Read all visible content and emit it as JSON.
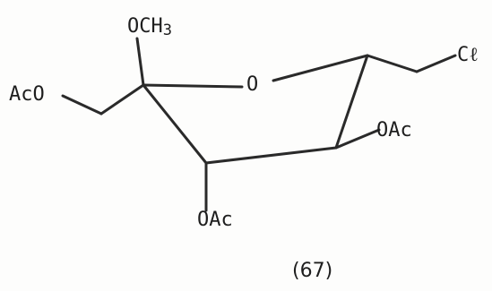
{
  "molecule": {
    "labels": {
      "och3": "OCH",
      "och3_subscript": "3",
      "ring_oxygen": "O",
      "chloride": "Cℓ",
      "oac_right": "OAc",
      "oac_bottom": "OAc",
      "aco_left": "AcO"
    },
    "compound_number": "(67)"
  },
  "colors": {
    "ink": "#1e1e1e",
    "paper": "#fdfdfc"
  }
}
